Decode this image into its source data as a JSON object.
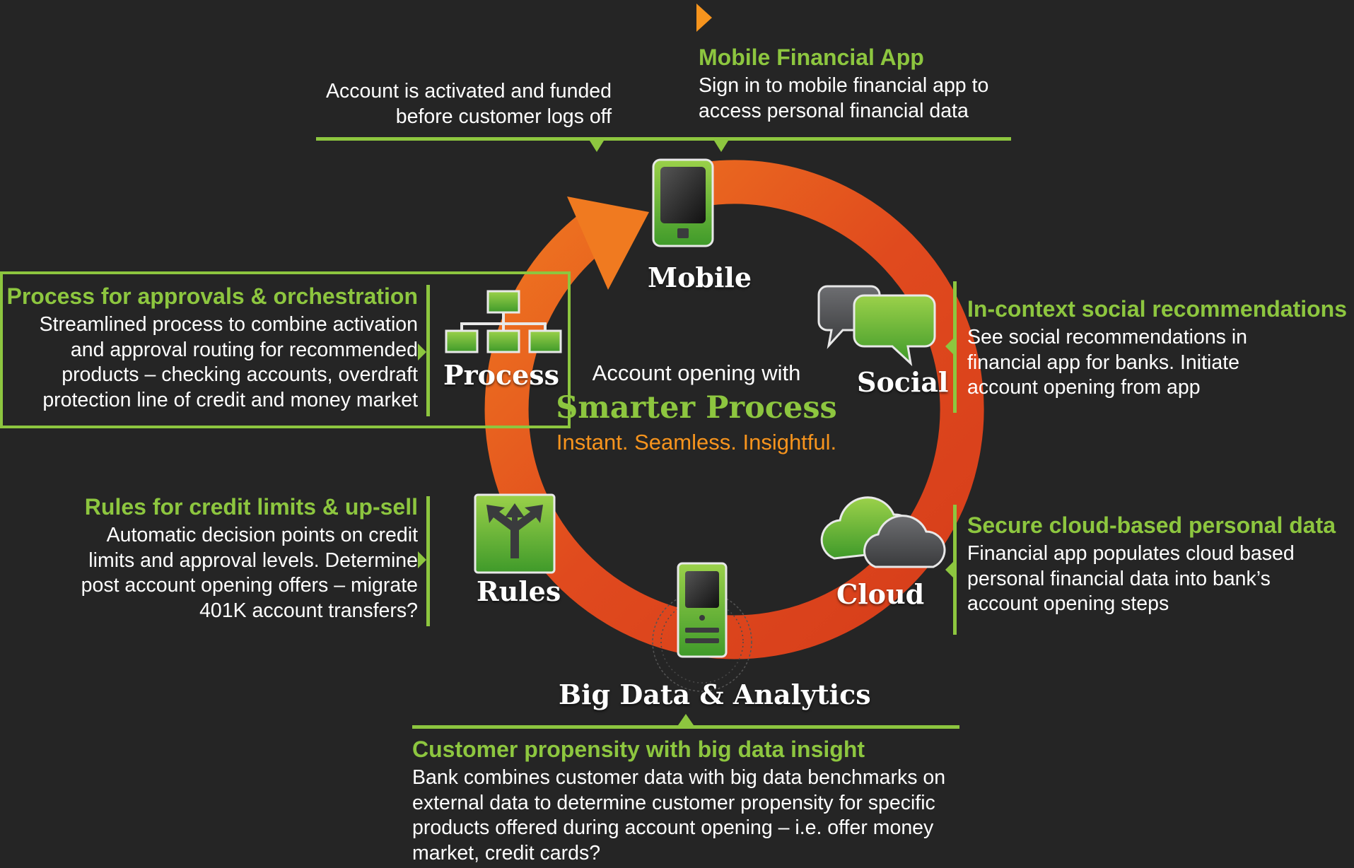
{
  "colors": {
    "background": "#252525",
    "accent_green": "#8dc63f",
    "accent_orange": "#f7941d",
    "ring_orange": "#e8552a"
  },
  "center": {
    "line1": "Account opening with",
    "line2": "Smarter Process",
    "line3": "Instant. Seamless. Insightful."
  },
  "nodes": {
    "mobile": {
      "label": "Mobile",
      "icon": "mobile-phone-icon"
    },
    "social": {
      "label": "Social",
      "icon": "chat-bubbles-icon"
    },
    "cloud": {
      "label": "Cloud",
      "icon": "cloud-icon"
    },
    "bigdata": {
      "label": "Big Data & Analytics",
      "icon": "server-data-icon"
    },
    "rules": {
      "label": "Rules",
      "icon": "branching-arrows-icon"
    },
    "process": {
      "label": "Process",
      "icon": "org-chart-icon"
    }
  },
  "callouts": {
    "top_left": {
      "body": [
        "Account is activated and funded",
        "before customer logs off"
      ]
    },
    "top_right": {
      "title": "Mobile Financial App",
      "body": [
        "Sign in to mobile financial app to",
        "access personal financial data"
      ]
    },
    "process": {
      "title": "Process for approvals & orchestration",
      "body": [
        "Streamlined process to combine activation",
        "and approval routing for recommended",
        "products – checking accounts, overdraft",
        "protection line of credit and money market"
      ]
    },
    "social": {
      "title": "In-context social recommendations",
      "body": [
        "See social recommendations in",
        "financial app for banks.  Initiate",
        "account opening from app"
      ]
    },
    "rules": {
      "title": "Rules for credit limits & up-sell",
      "body": [
        "Automatic decision points on credit",
        "limits and approval levels. Determine",
        "post account opening offers – migrate",
        "401K account transfers?"
      ]
    },
    "cloud": {
      "title": "Secure cloud-based personal data",
      "body": [
        "Financial app populates cloud based",
        "personal financial data into bank’s",
        "account opening steps"
      ]
    },
    "bigdata": {
      "title": "Customer propensity with big data insight",
      "body": [
        "Bank combines customer data with big data benchmarks on",
        "external data to determine customer propensity for specific",
        "products offered during account opening  – i.e. offer money",
        "market, credit cards?"
      ]
    }
  }
}
